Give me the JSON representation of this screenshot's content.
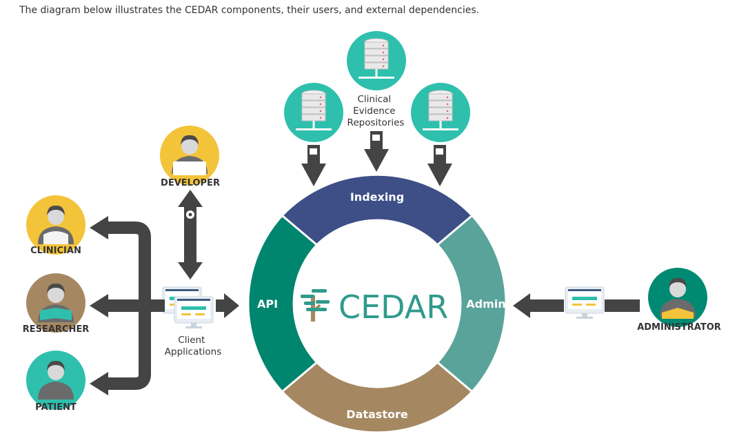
{
  "intro": "The diagram below illustrates the CEDAR components, their users, and external dependencies.",
  "center": {
    "title": "CEDAR"
  },
  "ring": {
    "indexing": "Indexing",
    "api": "API",
    "admin": "Admin",
    "datastore": "Datastore"
  },
  "repositories": {
    "label_lines": [
      "Clinical",
      "Evidence",
      "Repositories"
    ]
  },
  "client_apps": {
    "label_lines": [
      "Client",
      "Applications"
    ]
  },
  "roles": {
    "developer": "DEVELOPER",
    "clinician": "CLINICIAN",
    "researcher": "RESEARCHER",
    "patient": "PATIENT",
    "administrator": "ADMINISTRATOR"
  },
  "colors": {
    "indexing": "#3d4f86",
    "api": "#00856f",
    "admin": "#5aa39a",
    "datastore": "#a58862",
    "repo_circle": "#2ec0ad",
    "user_yellow": "#f3c33a",
    "user_brown": "#a58862",
    "user_teal": "#2ec0ad",
    "admin_user": "#008a73",
    "arrow": "#444444",
    "logo_text": "#2f9a8b"
  }
}
